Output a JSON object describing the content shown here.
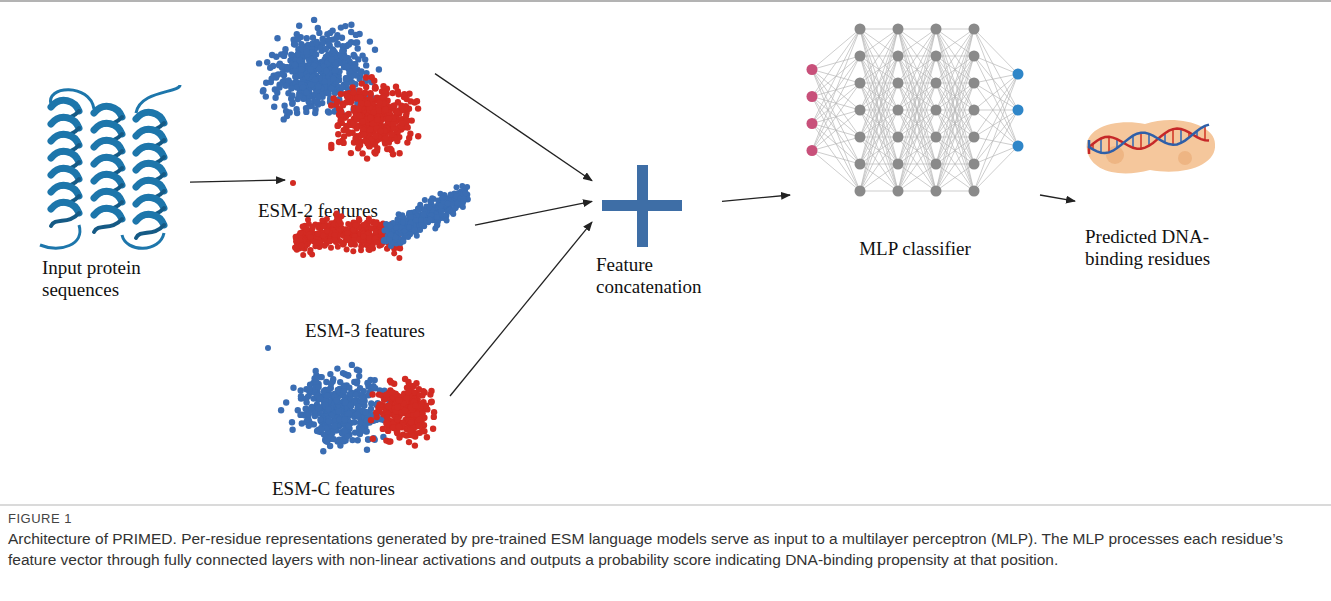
{
  "diagram": {
    "title": "FIGURE 1",
    "caption": "Architecture of PRIMED. Per-residue representations generated by pre-trained ESM language models serve as input to a multilayer perceptron (MLP). The MLP processes each residue’s feature vector through fully connected layers with non-linear activations and outputs a probability score indicating DNA-binding propensity at that position.",
    "nodes": [
      {
        "text": [
          "Input protein sequences"
        ]
      },
      {
        "text": [
          "ESM-2 features"
        ]
      },
      {
        "text": [
          "ESM-3 features"
        ]
      },
      {
        "text": [
          "ESM-C features"
        ]
      },
      {
        "text": [
          "Feature concatenation"
        ]
      },
      {
        "text": [
          "MLP classifier"
        ]
      },
      {
        "text": [
          "Predicted DNA-binding residues"
        ]
      }
    ],
    "edges": [
      {
        "from": 0,
        "to": 2,
        "arrow": "to"
      },
      {
        "from": 1,
        "to": 4,
        "arrow": "to"
      },
      {
        "from": 2,
        "to": 4,
        "arrow": "to"
      },
      {
        "from": 3,
        "to": 4,
        "arrow": "to"
      },
      {
        "from": 4,
        "to": 5,
        "arrow": "to"
      },
      {
        "from": 5,
        "to": 6,
        "arrow": "to"
      }
    ]
  }
}
